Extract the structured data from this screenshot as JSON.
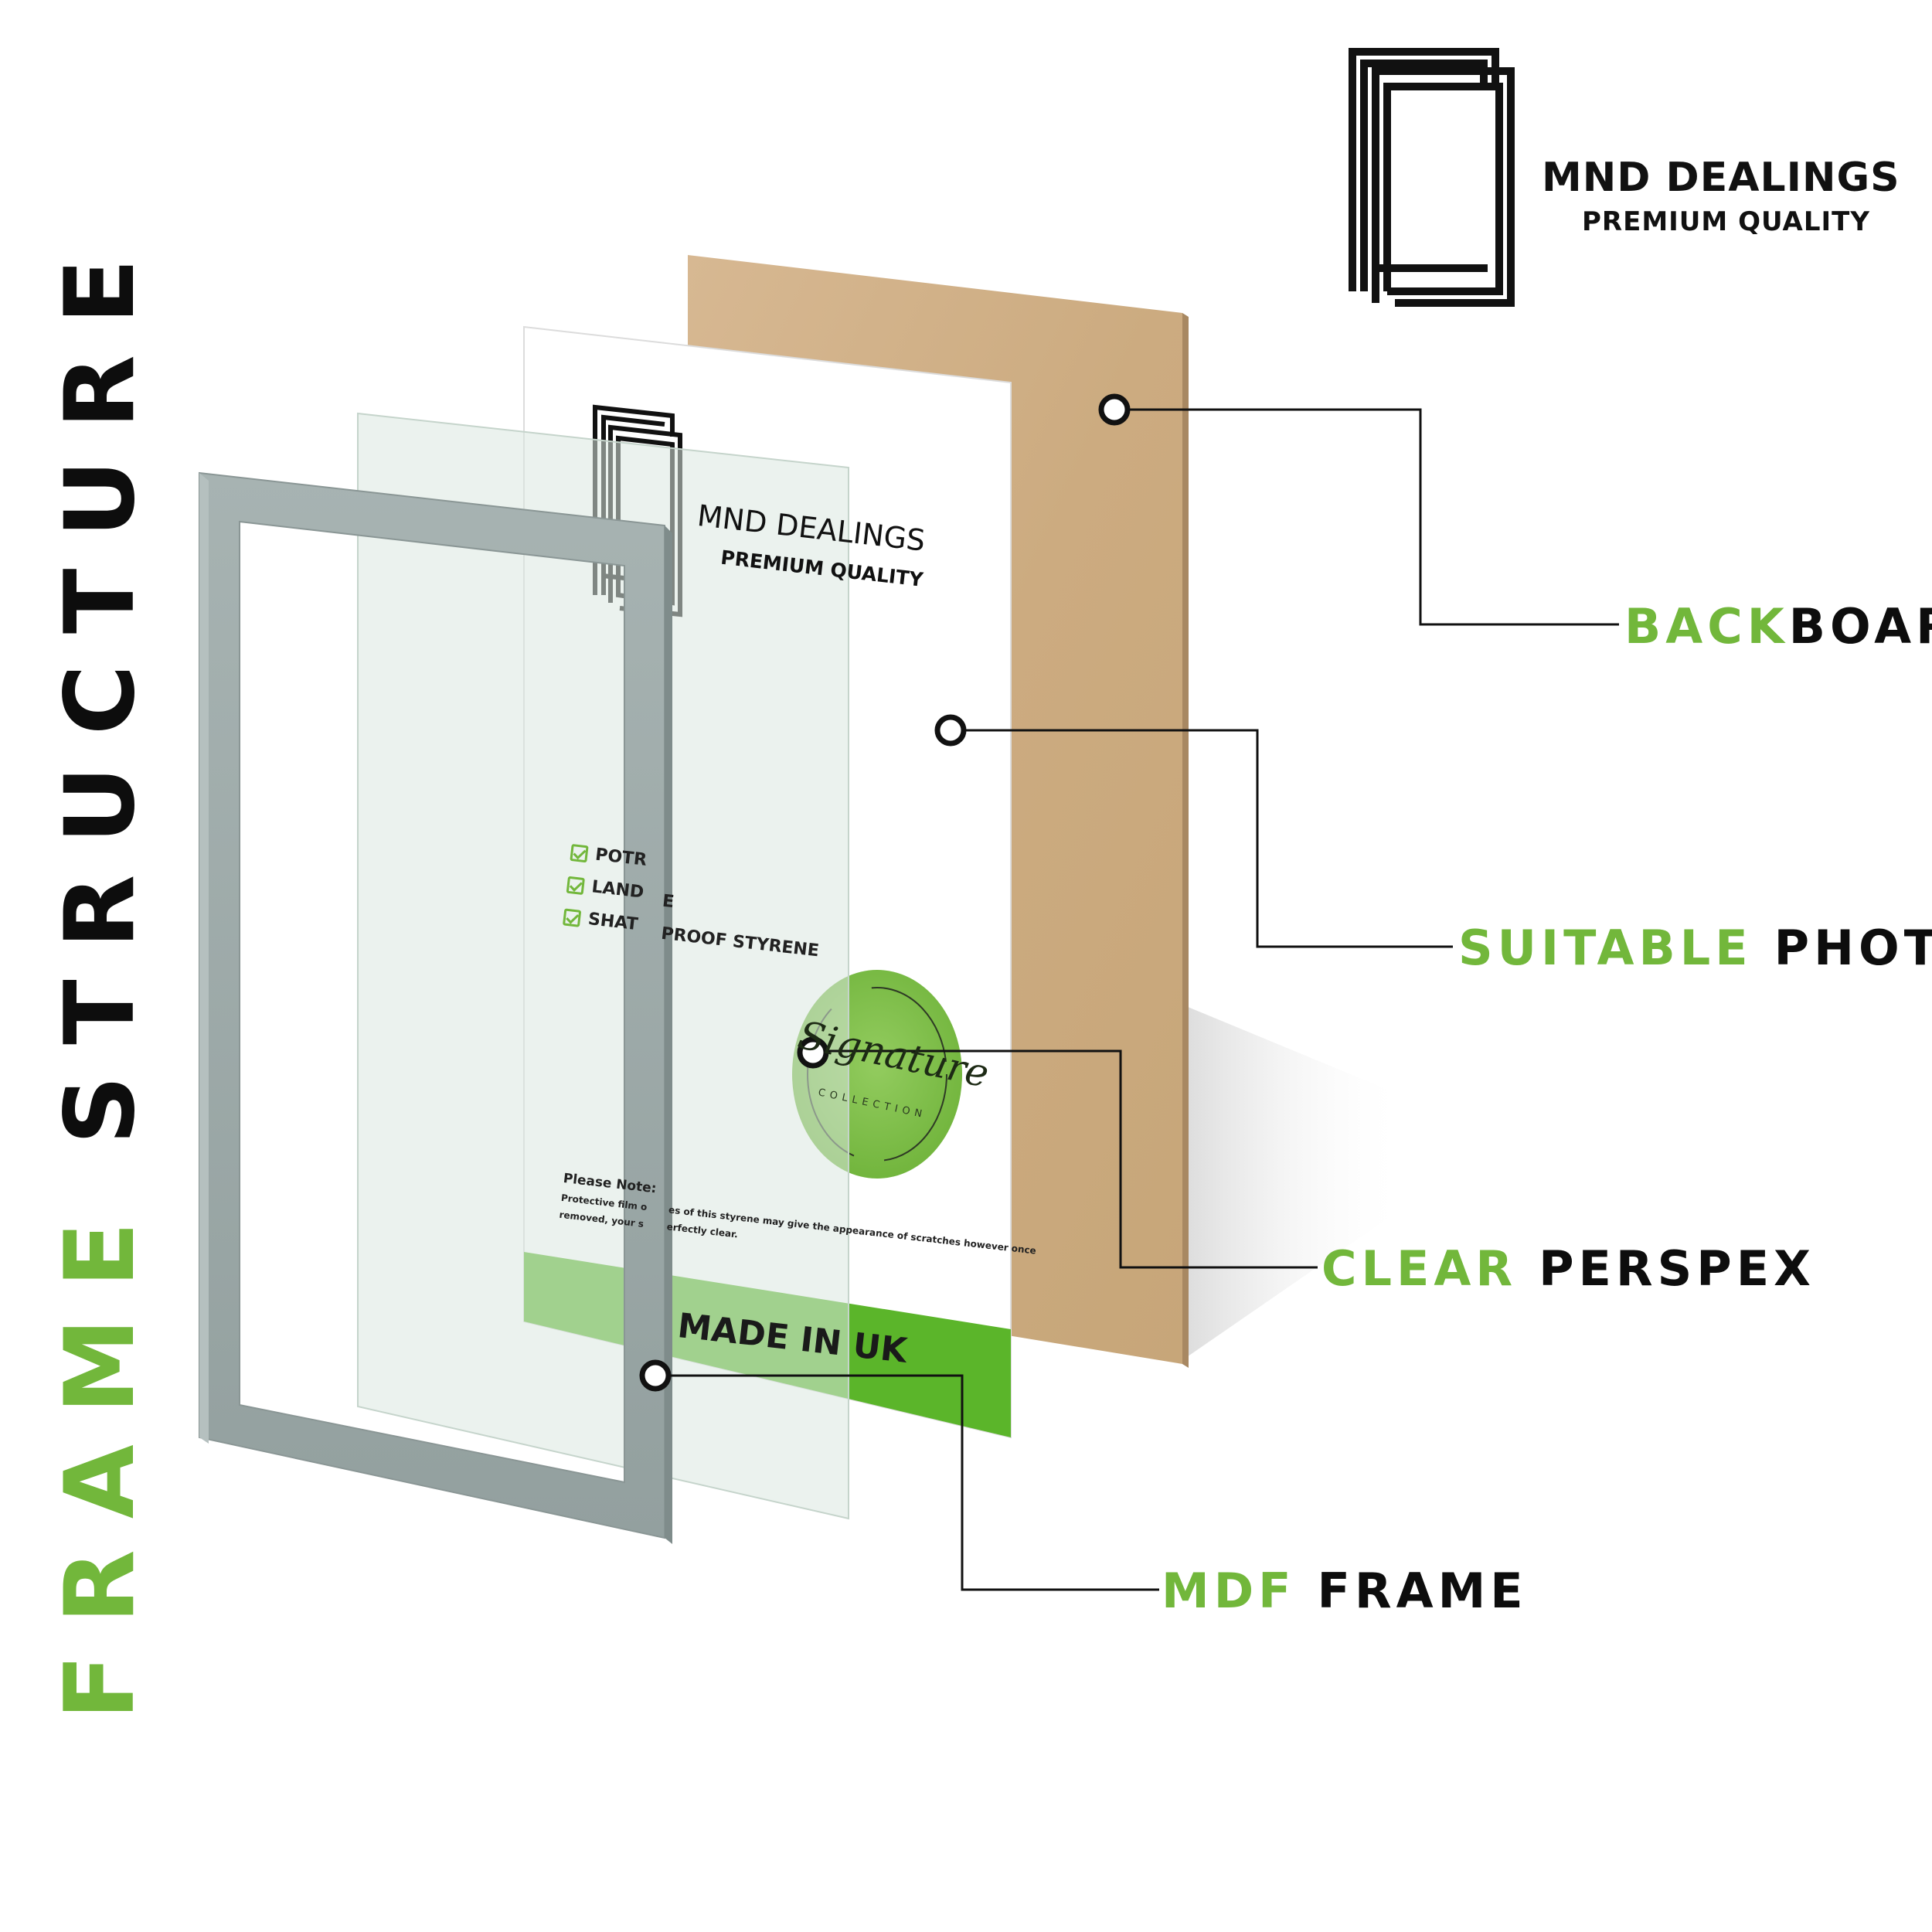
{
  "title": {
    "word1": "FRAME",
    "word2": "STRUCTURE"
  },
  "brand": {
    "name": "MND DEALINGS",
    "tagline": "PREMIUM QUALITY"
  },
  "insert_card": {
    "brand_name": "MND DEALINGS",
    "brand_tagline": "PREMIUM QUALITY",
    "checklist": [
      "POTR",
      "LAND",
      "SHAT"
    ],
    "checklist_tail": [
      "E",
      "PROOF STYRENE"
    ],
    "seal_script": "Signature",
    "seal_sub": "COLLECTION",
    "note_heading": "Please Note:",
    "note_line1_a": "Protective film o",
    "note_line1_b": "es of this styrene may give the appearance of scratches however once",
    "note_line2_a": "removed, your s",
    "note_line2_b": "erfectly clear.",
    "banner": "MADE IN UK"
  },
  "callouts": [
    {
      "accent": "BACK",
      "rest": "BOARD"
    },
    {
      "accent": "SUITABLE",
      "rest": "PHOTO"
    },
    {
      "accent": "CLEAR",
      "rest": "PERSPEX"
    },
    {
      "accent": "MDF",
      "rest": "FRAME"
    }
  ],
  "colors": {
    "accent_green": "#72b73b",
    "banner_green": "#5bb52a",
    "backboard": "#cfaf86",
    "frame_grey": "#9aa7a6",
    "text_black": "#0d0d0d"
  }
}
